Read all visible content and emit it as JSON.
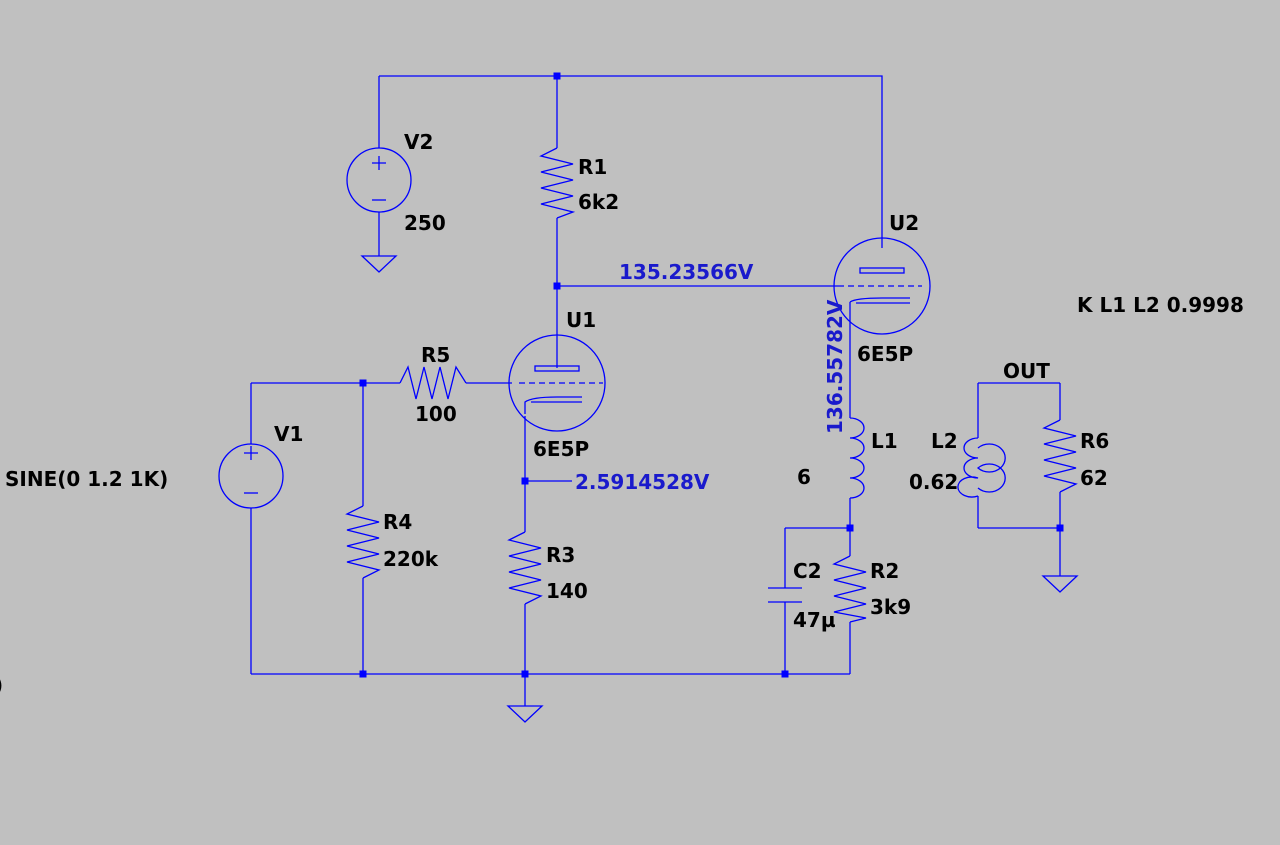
{
  "colors": {
    "background": "#c0c0c0",
    "wire": "#0000ff",
    "label": "#000000",
    "voltage": "#1a1acc"
  },
  "components": {
    "V2": {
      "ref": "V2",
      "value": "250"
    },
    "R1": {
      "ref": "R1",
      "value": "6k2"
    },
    "U1": {
      "ref": "U1",
      "value": "6E5P"
    },
    "U2": {
      "ref": "U2",
      "value": "6E5P"
    },
    "R5": {
      "ref": "R5",
      "value": "100"
    },
    "V1": {
      "ref": "V1",
      "value": "SINE(0 1.2 1K)"
    },
    "R4": {
      "ref": "R4",
      "value": "220k"
    },
    "R3": {
      "ref": "R3",
      "value": "140"
    },
    "L1": {
      "ref": "L1",
      "value": "6"
    },
    "C2": {
      "ref": "C2",
      "value": "47µ"
    },
    "R2": {
      "ref": "R2",
      "value": "3k9"
    },
    "L2": {
      "ref": "L2",
      "value": "0.62"
    },
    "R6": {
      "ref": "R6",
      "value": "62"
    }
  },
  "directives": {
    "coupling": "K L1 L2 0.9998"
  },
  "net_labels": {
    "out": "OUT"
  },
  "voltages": {
    "u1_anode": "135.23566V",
    "u1_cathode": "2.5914528V",
    "u2_cathode": "136.55782V"
  },
  "stray_text": ")"
}
